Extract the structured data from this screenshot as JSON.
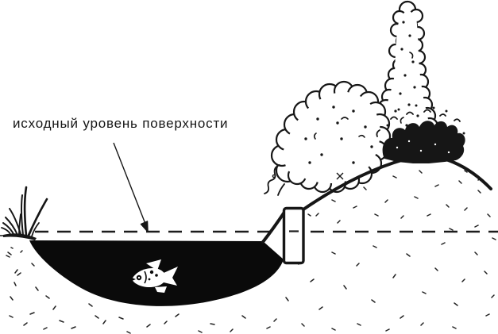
{
  "illustration": {
    "caption": {
      "text": "исходный уровень поверхности"
    },
    "colors": {
      "ink": "#161616",
      "paper": "#ffffff",
      "water": "#0a0a0a"
    },
    "elements": {
      "grass": "grass-tuft-icon",
      "pond": "pond-water",
      "fish": "fish-icon",
      "level_line": "initial-surface-level-dashed-line",
      "arrow": "caption-arrow",
      "post": "level-post-marker",
      "bush": "bush-icon",
      "tree": "tall-tree-icon",
      "hedge": "dark-shrub-icon",
      "hill": "hill-slope-outline",
      "ground": "soil-texture"
    }
  }
}
